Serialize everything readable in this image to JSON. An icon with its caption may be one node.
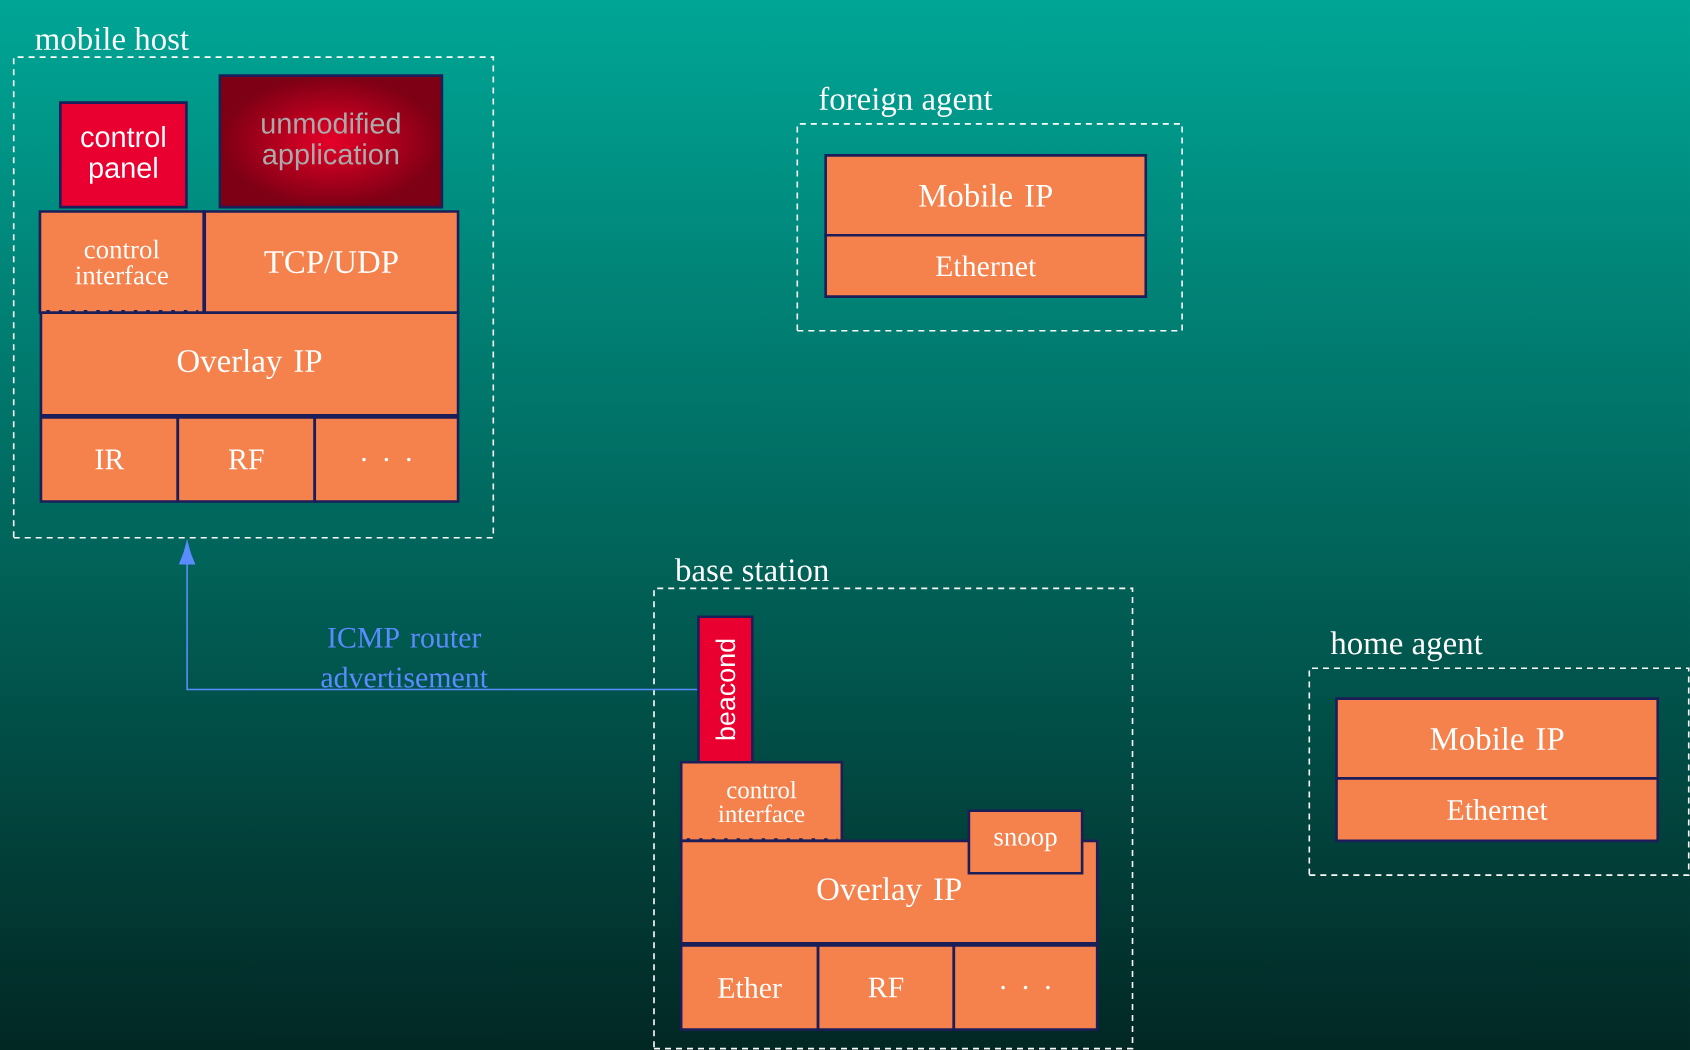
{
  "diagram": {
    "nodes": [
      {
        "text": [
          "mobile host"
        ]
      },
      {
        "text": [
          "control panel"
        ],
        "in": 0
      },
      {
        "text": [
          "unmodified application"
        ],
        "in": 0
      },
      {
        "text": [
          "control interface"
        ],
        "in": 0
      },
      {
        "text": [
          "TCP/UDP"
        ],
        "in": 0
      },
      {
        "text": [
          "Overlay IP"
        ],
        "in": 0
      },
      {
        "text": [
          "IR"
        ],
        "in": 0
      },
      {
        "text": [
          "RF"
        ],
        "in": 0
      },
      {
        "text": [
          ". . ."
        ],
        "in": 0
      },
      {
        "text": [
          "foreign agent"
        ]
      },
      {
        "text": [
          "Mobile IP"
        ],
        "in": 9
      },
      {
        "text": [
          "Ethernet"
        ],
        "in": 9
      },
      {
        "text": [
          "base station"
        ]
      },
      {
        "text": [
          "beacond"
        ],
        "in": 12
      },
      {
        "text": [
          "control interface"
        ],
        "in": 12
      },
      {
        "text": [
          "snoop"
        ],
        "in": 12
      },
      {
        "text": [
          "Overlay IP"
        ],
        "in": 12
      },
      {
        "text": [
          "Ether"
        ],
        "in": 12
      },
      {
        "text": [
          "RF"
        ],
        "in": 12
      },
      {
        "text": [
          ". . ."
        ],
        "in": 12
      },
      {
        "text": [
          "home agent"
        ]
      },
      {
        "text": [
          "Mobile IP"
        ],
        "in": 20
      },
      {
        "text": [
          "Ethernet"
        ],
        "in": 20
      }
    ],
    "edges": [
      {
        "from": 13,
        "to": 0,
        "arrow": "to",
        "label": "ICMP router advertisement",
        "color": "#5b8cff"
      }
    ]
  }
}
